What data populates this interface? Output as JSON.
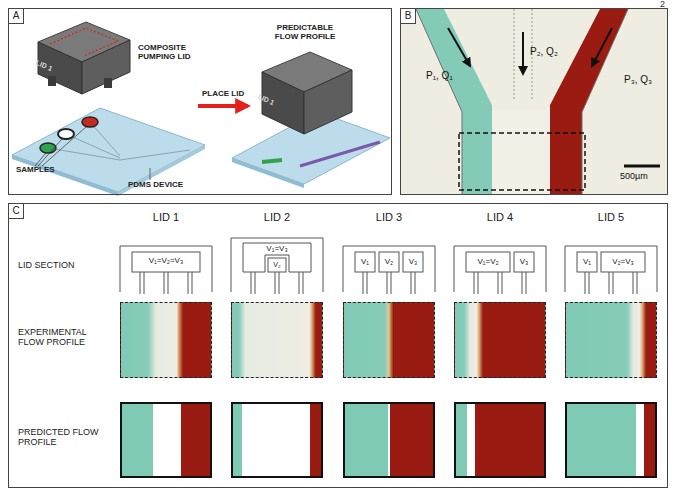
{
  "diagram": {
    "nodes": [
      {
        "text": [
          "A"
        ]
      },
      {
        "text": [
          "B"
        ]
      },
      {
        "text": [
          "C"
        ]
      }
    ],
    "labels": [
      "2",
      "COMPOSITE PUMPING LID",
      "LID 1",
      "PREDICTABLE FLOW PROFILE",
      "PLACE LID",
      "LID 1",
      "SAMPLES",
      "PDMS DEVICE",
      "P₁, Q₁",
      "P₂, Q₂",
      "P₃, Q₃",
      "500µm",
      "LID 1",
      "LID 2",
      "LID 3",
      "LID 4",
      "LID 5",
      "LID SECTION",
      "EXPERIMENTAL FLOW PROFILE",
      "PREDICTED FLOW PROFILE",
      "V₁=V₂=V₃",
      "V₁=V₃",
      "V₂",
      "V₁",
      "V₂",
      "V₃",
      "V₁=V₂",
      "V₃",
      "V₁",
      "V₂=V₃"
    ]
  }
}
